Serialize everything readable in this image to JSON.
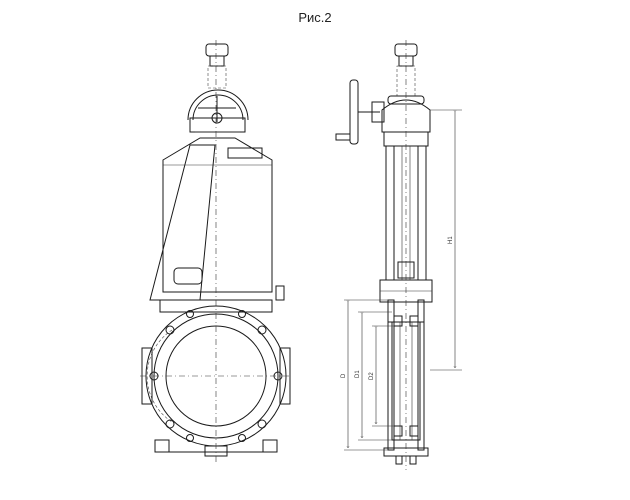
{
  "figure": {
    "title": "Рис.2"
  },
  "dimensions": {
    "h1": "H1",
    "d": "D",
    "d1": "D1",
    "d2": "D2"
  }
}
